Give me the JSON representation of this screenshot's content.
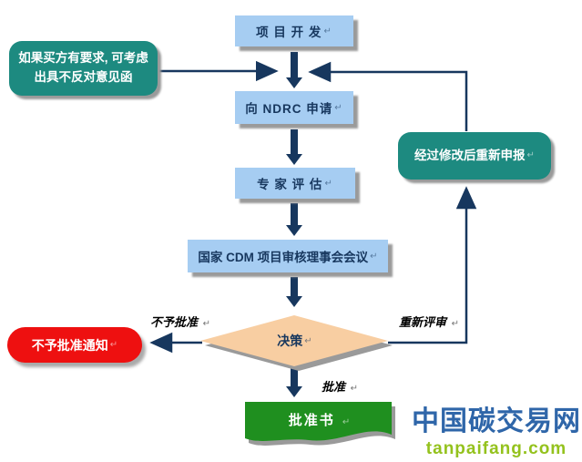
{
  "nodes": {
    "project_dev": "项 目 开 发",
    "apply_ndrc": "向 NDRC 申请",
    "expert_eval": "专 家 评 估",
    "board_meeting": "国家 CDM 项目审核理事会会议",
    "decision": "决策",
    "buyer_note": "如果买方有要求, 可考虑出具不反对意见函",
    "resubmit": "经过修改后重新申报",
    "reject_notice": "不予批准通知",
    "approval_letter": "批准书"
  },
  "edge_labels": {
    "reject": "不予批准",
    "re_review": "重新评审",
    "approve": "批准"
  },
  "marks": {
    "return": "↵"
  },
  "logo": {
    "site_name": "中国碳交易网",
    "site_domain": "tanpaifang.com"
  },
  "colors": {
    "box_blue": "#A6CDF2",
    "teal": "#1D8A80",
    "red": "#EE1010",
    "green": "#1F8F1F",
    "diamond_peach": "#F8CEA2",
    "arrow_navy": "#17375E",
    "logo_blue": "#2F66A9",
    "logo_green": "#94C21D"
  }
}
